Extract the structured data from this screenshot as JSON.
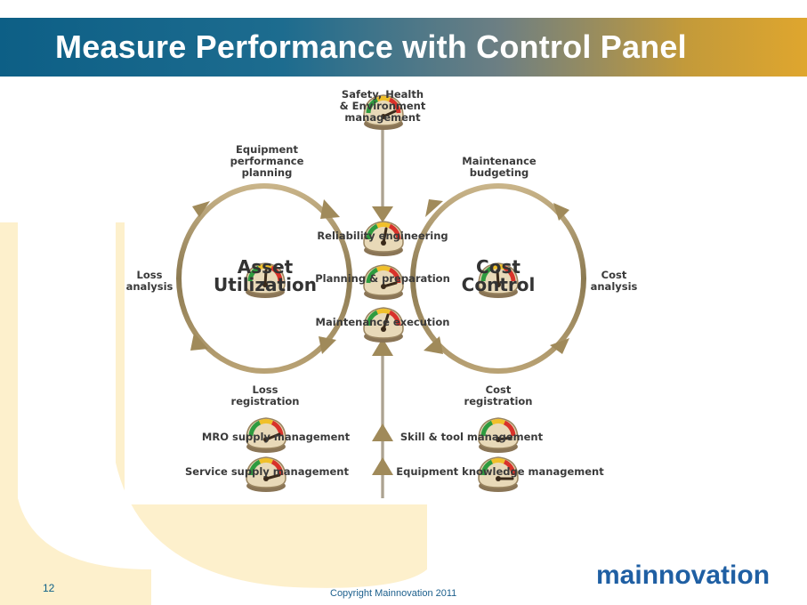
{
  "slide": {
    "title": "Measure Performance with Control Panel",
    "page_number": "12",
    "copyright": "Copyright Mainnovation 2011",
    "logo_text": "mainnovation"
  },
  "colors": {
    "title_gradient_start": "#0d5f86",
    "title_gradient_end": "#dfa62e",
    "background_shape": "#fdf0cc",
    "circle_stroke": "#8c7a52",
    "arrow_fill": "#a08a5a",
    "logo_blue": "#1f5fa3",
    "logo_orange": "#f39a1d"
  },
  "diagram": {
    "top_item": {
      "line1": "Safety, Health",
      "line2": "& Environment",
      "line3": "management"
    },
    "left_cycle": {
      "center_line1": "Asset",
      "center_line2": "Utilization",
      "top_label": [
        "Equipment",
        "performance",
        "planning"
      ],
      "left_label": [
        "Loss",
        "analysis"
      ],
      "bottom_label": [
        "Loss",
        "registration"
      ]
    },
    "right_cycle": {
      "center_line1": "Cost",
      "center_line2": "Control",
      "top_label": [
        "Maintenance",
        "budgeting"
      ],
      "right_label": [
        "Cost",
        "analysis"
      ],
      "bottom_label": [
        "Cost",
        "registration"
      ]
    },
    "center_stack": [
      {
        "label": "Reliability engineering"
      },
      {
        "label": "Planning & preparation"
      },
      {
        "label": "Maintenance execution"
      }
    ],
    "support_left": [
      {
        "label": "MRO supply management"
      },
      {
        "label": "Service supply management"
      }
    ],
    "support_right": [
      {
        "label": "Skill & tool management"
      },
      {
        "label": "Equipment knowledge management"
      }
    ]
  }
}
